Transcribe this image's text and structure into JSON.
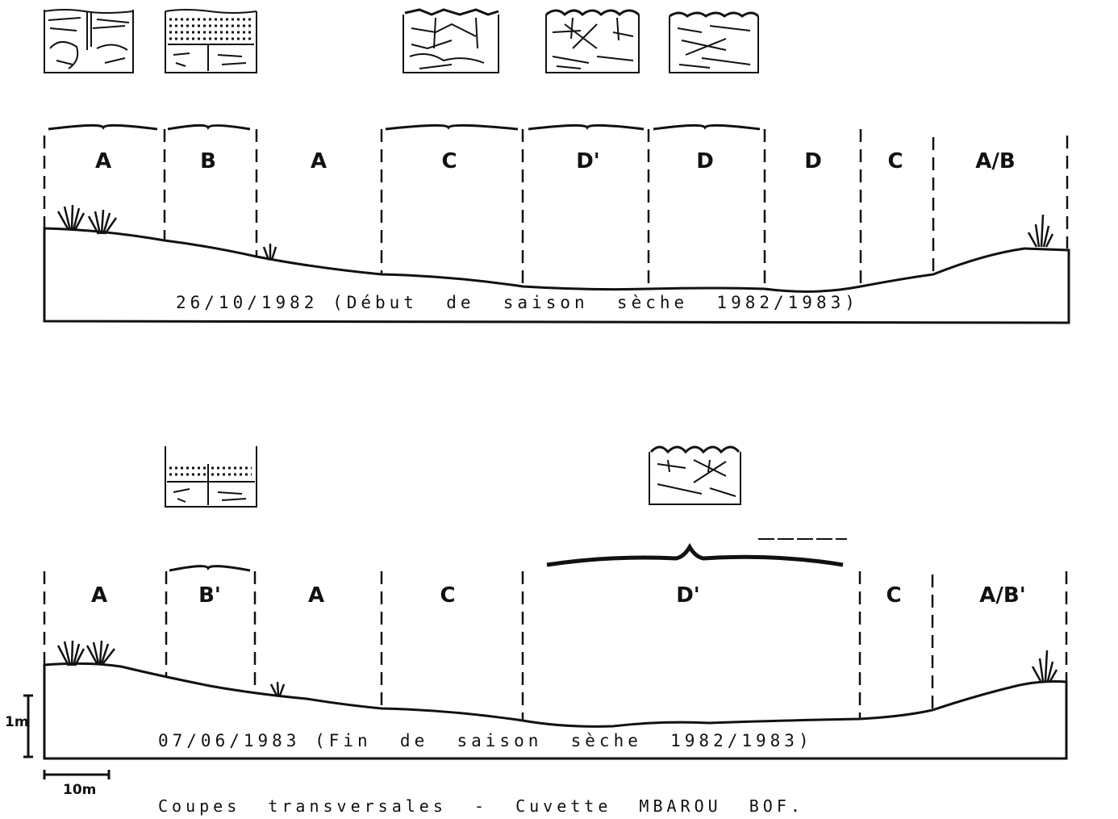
{
  "section_1982": {
    "zones": [
      "A",
      "B",
      "A",
      "C",
      "D'",
      "D",
      "D",
      "C",
      "A/B"
    ],
    "caption": "26/10/1982 (Début  de  saison  sèche  1982/1983)"
  },
  "section_1983": {
    "zones": [
      "A",
      "B'",
      "A",
      "C",
      "D'",
      "C",
      "A/B'"
    ],
    "caption": "07/06/1983 (Fin  de  saison  sèche  1982/1983)"
  },
  "scale": {
    "vertical": "1m",
    "horizontal": "10m"
  },
  "figure_title": "Coupes  transversales  -  Cuvette  MBAROU  BOF."
}
